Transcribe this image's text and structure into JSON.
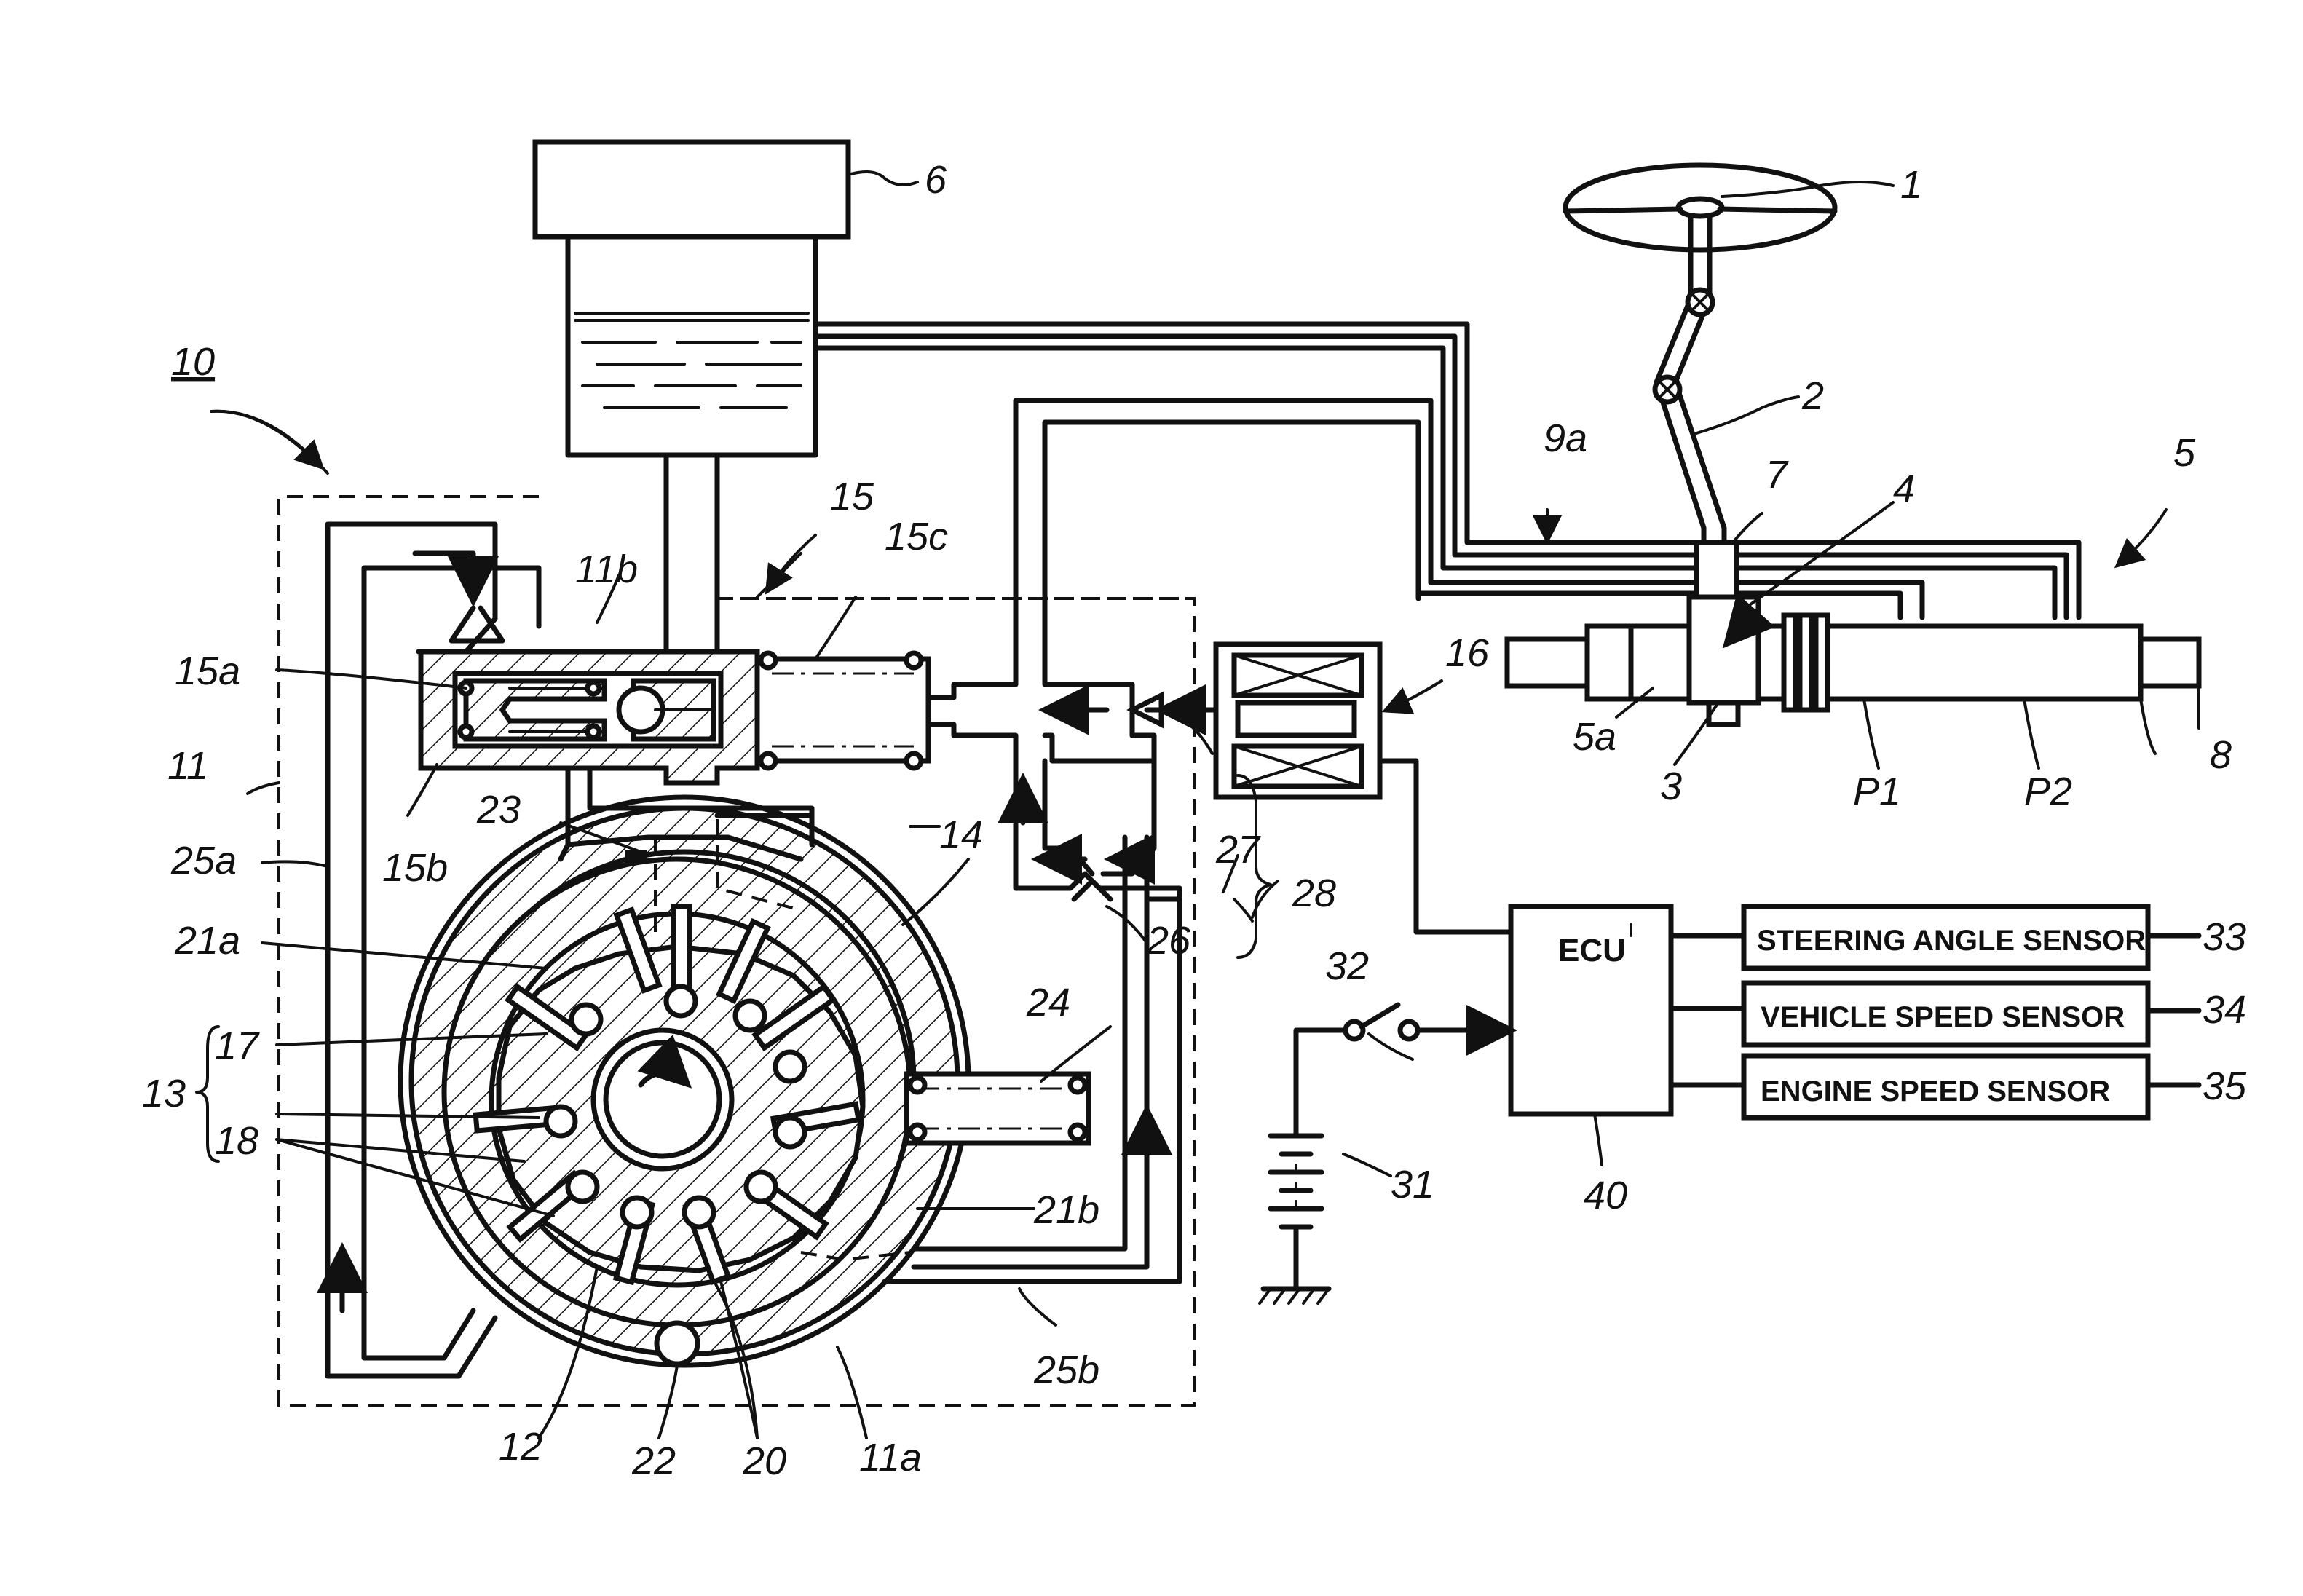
{
  "labels": {
    "l1": "1",
    "l2": "2",
    "l3": "3",
    "l4": "4",
    "l5": "5",
    "l5a": "5a",
    "l6": "6",
    "l7": "7",
    "l8": "8",
    "l9a": "9a",
    "l10": "10",
    "l11": "11",
    "l11a": "11a",
    "l11b": "11b",
    "l12": "12",
    "l13": "13",
    "l14": "14",
    "l15": "15",
    "l15a": "15a",
    "l15b": "15b",
    "l15c": "15c",
    "l16": "16",
    "l17": "17",
    "l18": "18",
    "l20": "20",
    "l21a": "21a",
    "l21b": "21b",
    "l22": "22",
    "l23": "23",
    "l24": "24",
    "l25a": "25a",
    "l25b": "25b",
    "l26": "26",
    "l27": "27",
    "l28": "28",
    "l31": "31",
    "l32": "32",
    "l33": "33",
    "l34": "34",
    "l35": "35",
    "l40": "40",
    "lP1": "P1",
    "lP2": "P2"
  },
  "ecu": {
    "label": "ECU"
  },
  "sensors": {
    "steering_angle": "STEERING ANGLE SENSOR",
    "vehicle_speed": "VEHICLE SPEED SENSOR",
    "engine_speed": "ENGINE SPEED SENSOR"
  },
  "icons": {
    "steering_wheel": "steering-wheel-icon",
    "battery": "battery-icon",
    "switch": "switch-icon",
    "ground": "ground-icon",
    "solenoid": "solenoid-icon"
  }
}
